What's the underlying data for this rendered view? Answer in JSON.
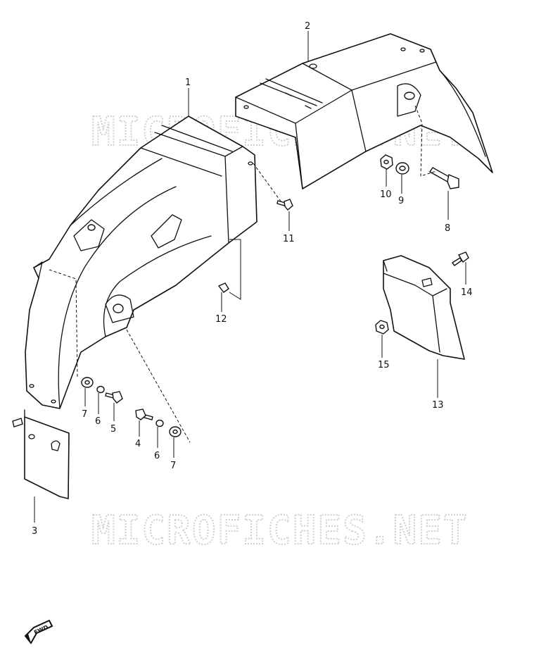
{
  "watermark": {
    "text": "MICROFICHES.NET"
  },
  "direction_marker": {
    "text": "FWD"
  },
  "callouts": {
    "n1": "1",
    "n2": "2",
    "n3": "3",
    "n4": "4",
    "n5": "5",
    "n6a": "6",
    "n6b": "6",
    "n7a": "7",
    "n7b": "7",
    "n8": "8",
    "n9": "9",
    "n10": "10",
    "n11": "11",
    "n12": "12",
    "n13": "13",
    "n14": "14",
    "n15": "15"
  }
}
